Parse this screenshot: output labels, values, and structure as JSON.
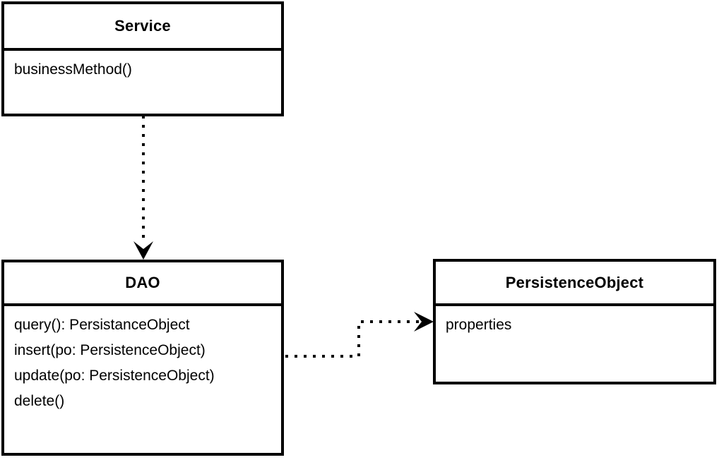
{
  "diagram": {
    "type": "uml-class-diagram",
    "background_color": "#ffffff",
    "line_color": "#000000",
    "classes": [
      {
        "id": "service",
        "name": "Service",
        "members": [
          "businessMethod()"
        ]
      },
      {
        "id": "dao",
        "name": "DAO",
        "members": [
          "query(): PersistanceObject",
          "insert(po: PersistenceObject)",
          "update(po: PersistenceObject)",
          "delete()"
        ]
      },
      {
        "id": "persistence_object",
        "name": "PersistenceObject",
        "members": [
          "properties"
        ]
      }
    ],
    "connectors": [
      {
        "id": "service-to-dao",
        "kind": "dependency",
        "style": "dashed",
        "arrowhead": "open-filled",
        "from": "Service",
        "to": "DAO",
        "label": ""
      },
      {
        "id": "dao-to-persistence-object",
        "kind": "dependency",
        "style": "dashed",
        "arrowhead": "open-filled",
        "from": "DAO",
        "to": "PersistenceObject",
        "label": ""
      }
    ]
  }
}
